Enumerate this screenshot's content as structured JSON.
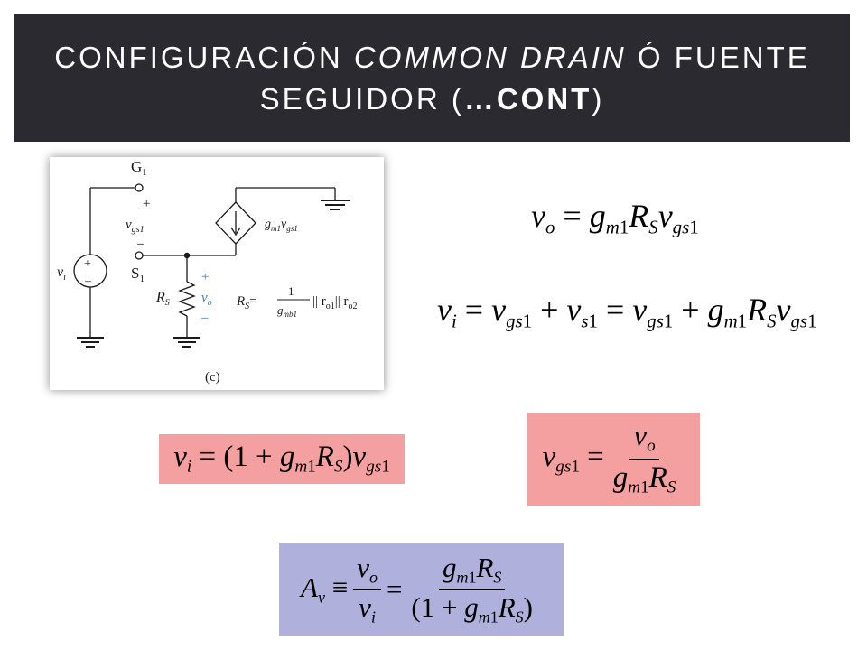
{
  "slide": {
    "title_part1": "CONFIGURACIÓN ",
    "title_italic": "COMMON DRAIN",
    "title_part2": " Ó FUENTE",
    "title_line2a": "SEGUIDOR (",
    "title_line2b": "…CONT",
    "title_line2c": ")"
  },
  "circuit": {
    "gate_label": "G",
    "gate_sub": "1",
    "source_label": "S",
    "source_sub": "1",
    "plus": "+",
    "minus": "–",
    "vgs_label": "v",
    "vgs_sub": "gs1",
    "vi_label": "v",
    "vi_sub": "i",
    "dep_source_label": "g",
    "dep_source_sub": "m1",
    "dep_source_v": "v",
    "dep_source_vsub": "gs1",
    "rs_label": "R",
    "rs_sub": "S",
    "vo_label": "v",
    "vo_sub": "o",
    "rs_eq_lhs": "R",
    "rs_eq_sub": "S",
    "rs_eq_eq": "=",
    "rs_eq_num": "1",
    "rs_eq_den": "g",
    "rs_eq_den_sub": "mb1",
    "rs_eq_par1": "|| r",
    "rs_eq_r1_sub": "o1",
    "rs_eq_par2": "|| r",
    "rs_eq_r2_sub": "o2",
    "caption": "(c)",
    "vo_color": "#3a7fc8"
  },
  "colors": {
    "title_bg": "#2a2a30",
    "pink_box": "#f5a0a0",
    "purple_box": "#b0b0dc"
  }
}
